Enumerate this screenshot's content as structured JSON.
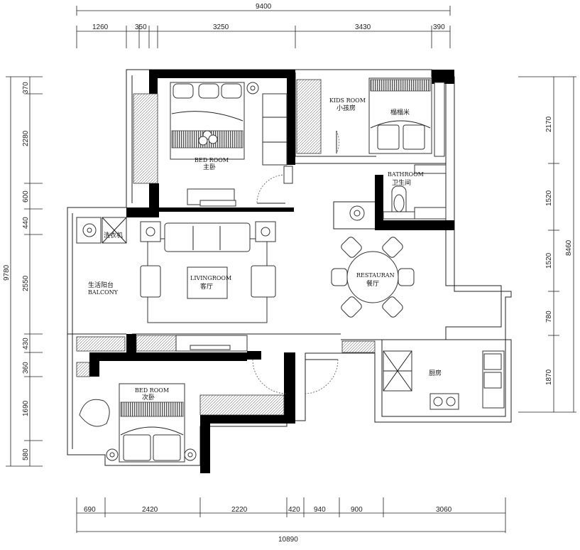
{
  "dimensions": {
    "top_total": "9400",
    "top_segments": [
      "1260",
      "350",
      "3250",
      "3430",
      "390"
    ],
    "bottom_total": "10890",
    "bottom_segments": [
      "690",
      "2420",
      "2220",
      "420",
      "940",
      "900",
      "3060"
    ],
    "left_total": "9780",
    "left_segments": [
      "370",
      "2280",
      "600",
      "440",
      "2550",
      "430",
      "360",
      "1690",
      "580"
    ],
    "right_total": "8460",
    "right_segments": [
      "2170",
      "1520",
      "1520",
      "780",
      "1870"
    ]
  },
  "rooms": {
    "master_bedroom": {
      "en": "BED  ROOM",
      "cn": "主卧"
    },
    "kids_room": {
      "en": "KIDS ROOM",
      "cn": "小孩房"
    },
    "tatami": {
      "cn": "榻榻米"
    },
    "bathroom": {
      "en": "BATHROOM",
      "cn": "卫生间"
    },
    "laundry": {
      "cn": "洗衣机"
    },
    "living_room": {
      "en": "LIVINGROOM",
      "cn": "客厅"
    },
    "balcony": {
      "cn": "生活阳台",
      "en": "BALCONY"
    },
    "restaurant": {
      "en": "RESTAURAN",
      "cn": "餐厅"
    },
    "kitchen": {
      "cn": "厨房"
    },
    "second_bedroom": {
      "en": "BED  ROOM",
      "cn": "次卧"
    }
  }
}
